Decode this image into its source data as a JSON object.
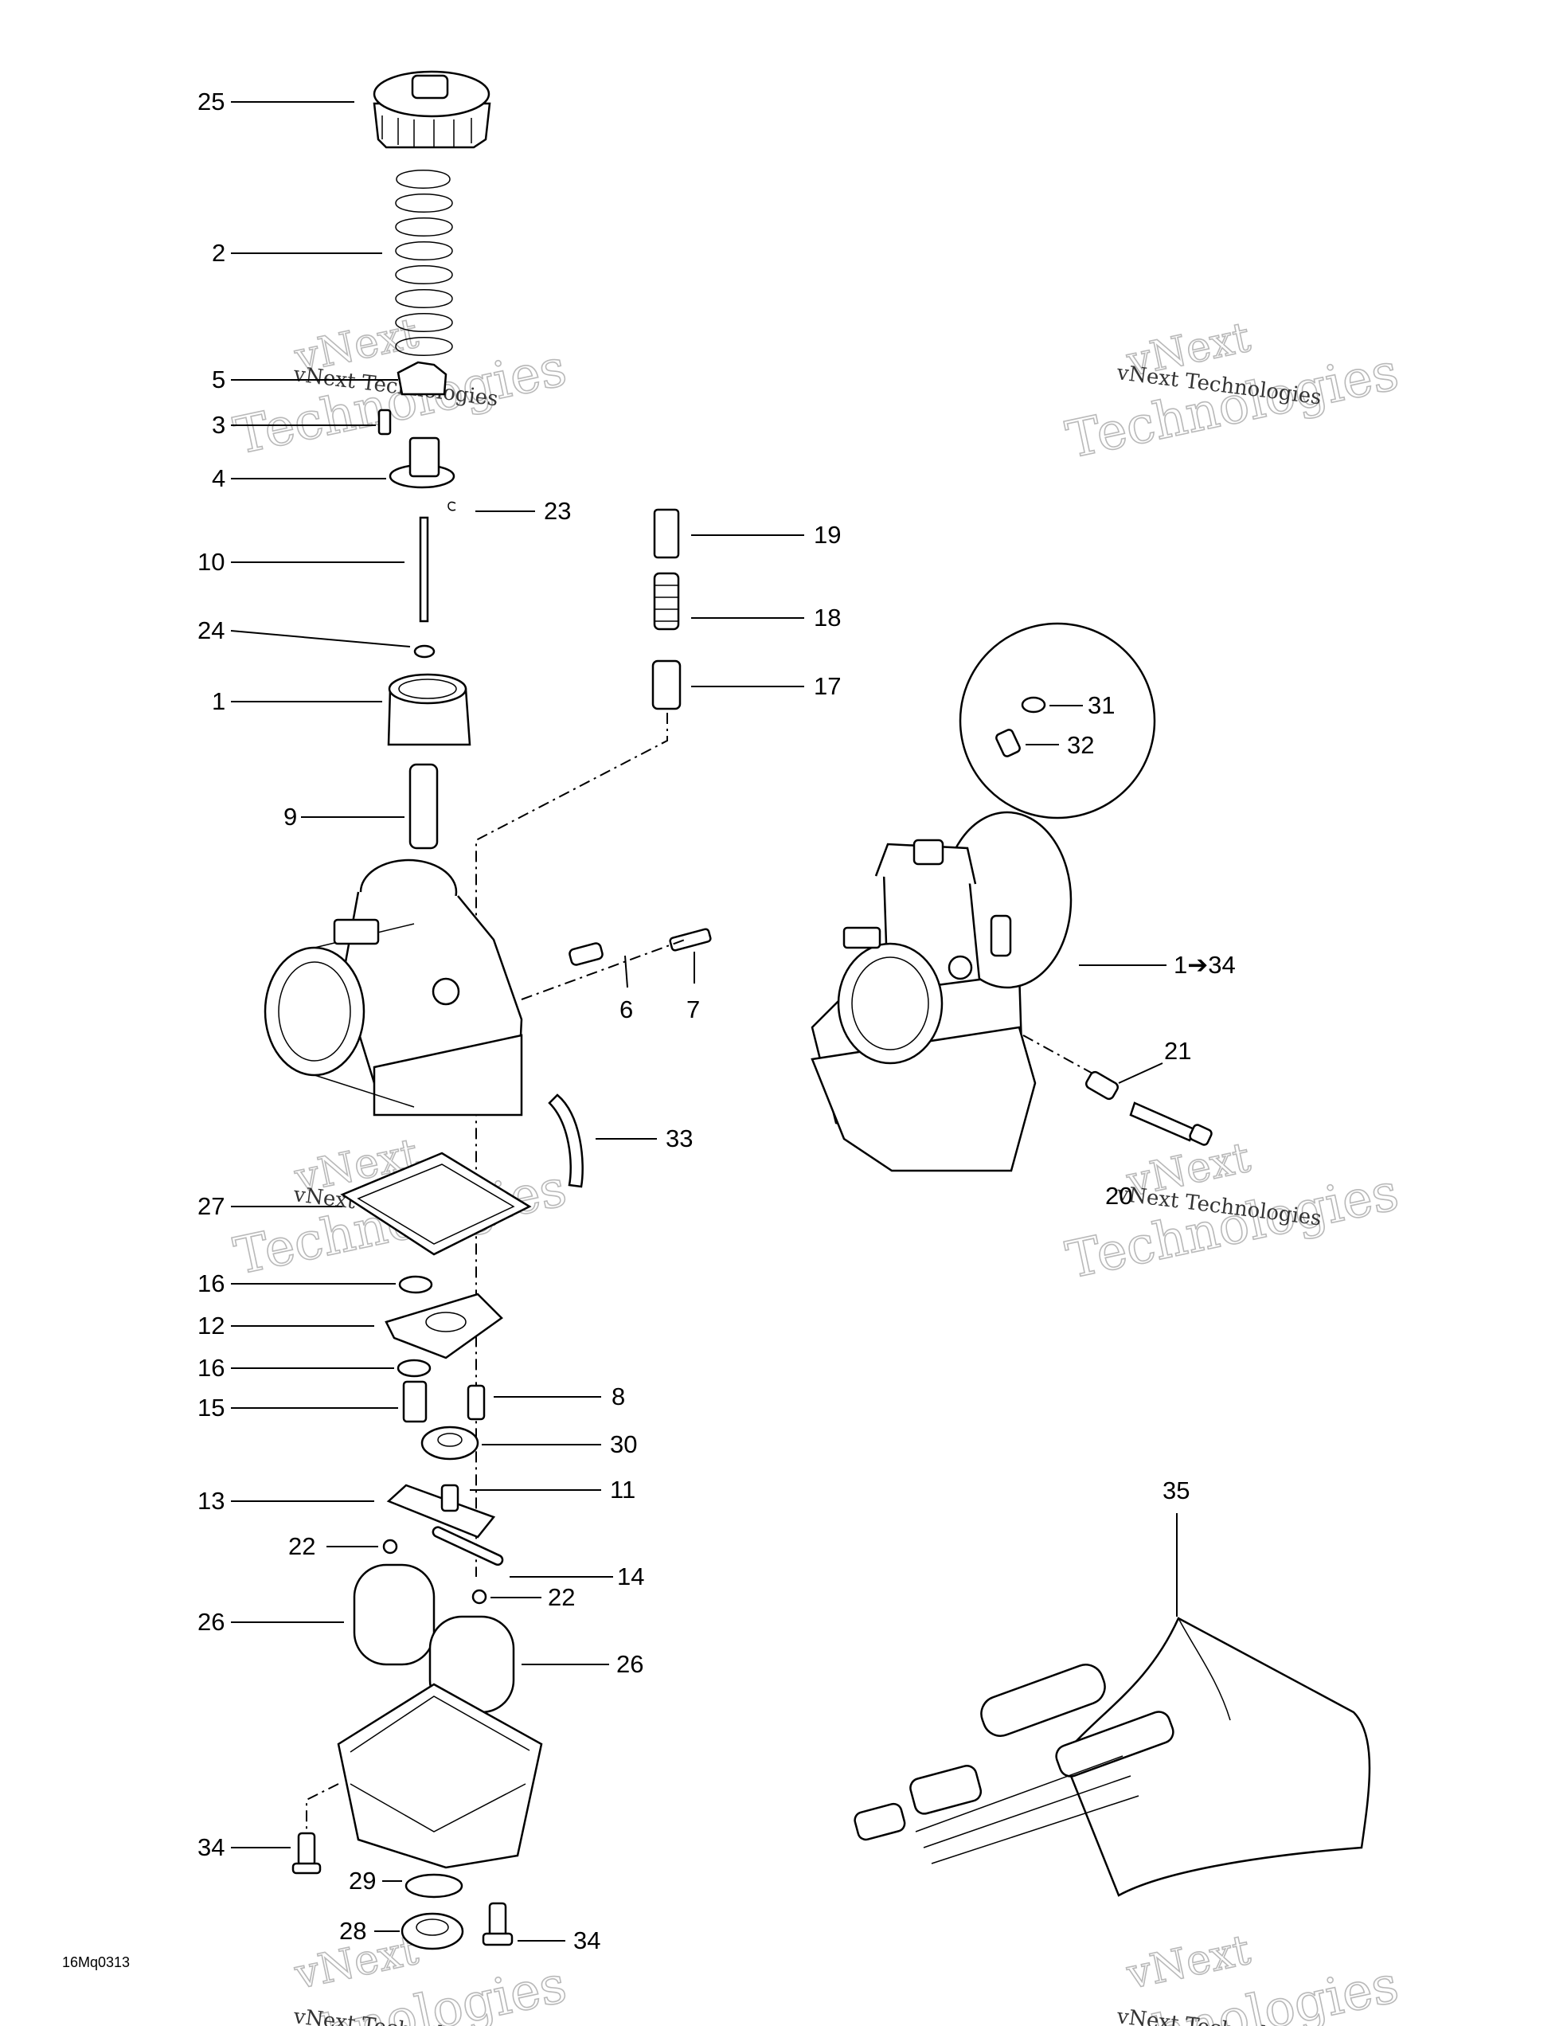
{
  "diagram": {
    "drawing_code": "16Mq0313",
    "watermark": {
      "brand": "vNext",
      "name_line": "vNext Technologies",
      "word_line": "Technologies"
    },
    "callouts": [
      {
        "id": "c25",
        "label": "25"
      },
      {
        "id": "c2",
        "label": "2"
      },
      {
        "id": "c5",
        "label": "5"
      },
      {
        "id": "c3",
        "label": "3"
      },
      {
        "id": "c4",
        "label": "4"
      },
      {
        "id": "c23",
        "label": "23"
      },
      {
        "id": "c10",
        "label": "10"
      },
      {
        "id": "c19",
        "label": "19"
      },
      {
        "id": "c18",
        "label": "18"
      },
      {
        "id": "c24",
        "label": "24"
      },
      {
        "id": "c1",
        "label": "1"
      },
      {
        "id": "c17",
        "label": "17"
      },
      {
        "id": "c31",
        "label": "31"
      },
      {
        "id": "c32",
        "label": "32"
      },
      {
        "id": "c9",
        "label": "9"
      },
      {
        "id": "c134",
        "label": "1➔34"
      },
      {
        "id": "c6",
        "label": "6"
      },
      {
        "id": "c7",
        "label": "7"
      },
      {
        "id": "c21",
        "label": "21"
      },
      {
        "id": "c33",
        "label": "33"
      },
      {
        "id": "c20",
        "label": "20"
      },
      {
        "id": "c27",
        "label": "27"
      },
      {
        "id": "c16a",
        "label": "16"
      },
      {
        "id": "c12",
        "label": "12"
      },
      {
        "id": "c16b",
        "label": "16"
      },
      {
        "id": "c8",
        "label": "8"
      },
      {
        "id": "c15",
        "label": "15"
      },
      {
        "id": "c30",
        "label": "30"
      },
      {
        "id": "c13",
        "label": "13"
      },
      {
        "id": "c11",
        "label": "11"
      },
      {
        "id": "c35",
        "label": "35"
      },
      {
        "id": "c22a",
        "label": "22"
      },
      {
        "id": "c14",
        "label": "14"
      },
      {
        "id": "c22b",
        "label": "22"
      },
      {
        "id": "c26a",
        "label": "26"
      },
      {
        "id": "c26b",
        "label": "26"
      },
      {
        "id": "c34a",
        "label": "34"
      },
      {
        "id": "c29",
        "label": "29"
      },
      {
        "id": "c28",
        "label": "28"
      },
      {
        "id": "c34b",
        "label": "34"
      }
    ]
  }
}
